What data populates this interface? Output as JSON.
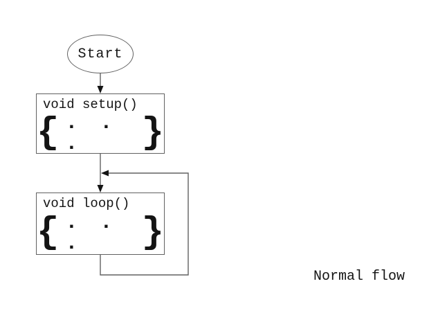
{
  "diagram": {
    "start": {
      "label": "Start"
    },
    "boxes": [
      {
        "title": "void setup()",
        "brace_open": "{",
        "dots": ". . .",
        "brace_close": "}"
      },
      {
        "title": "void loop()",
        "brace_open": "{",
        "dots": ". . .",
        "brace_close": "}"
      }
    ],
    "caption": "Normal flow",
    "icons": [
      "arrowhead-down-icon",
      "arrowhead-left-icon"
    ],
    "colors": {
      "line": "#606060",
      "ink": "#141414",
      "background": "#ffffff"
    }
  }
}
